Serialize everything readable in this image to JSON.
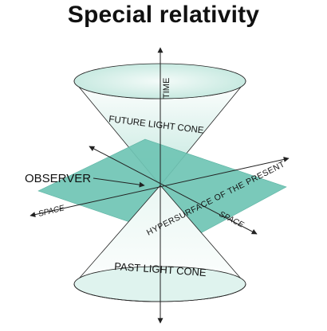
{
  "title": "Special relativity",
  "labels": {
    "time": "TIME",
    "future_light_cone": "FUTURE LIGHT CONE",
    "observer": "OBSERVER",
    "space_left": "SPACE",
    "hypersurface": "HYPERSURFACE OF THE PRESENT",
    "space_right": "SPACE",
    "past_light_cone": "PAST LIGHT CONE"
  },
  "colors": {
    "plane": "#6fc4b4",
    "cone_fill": "#e6f6f2",
    "cone_rim": "#cdeee6",
    "lines": "#222222"
  }
}
